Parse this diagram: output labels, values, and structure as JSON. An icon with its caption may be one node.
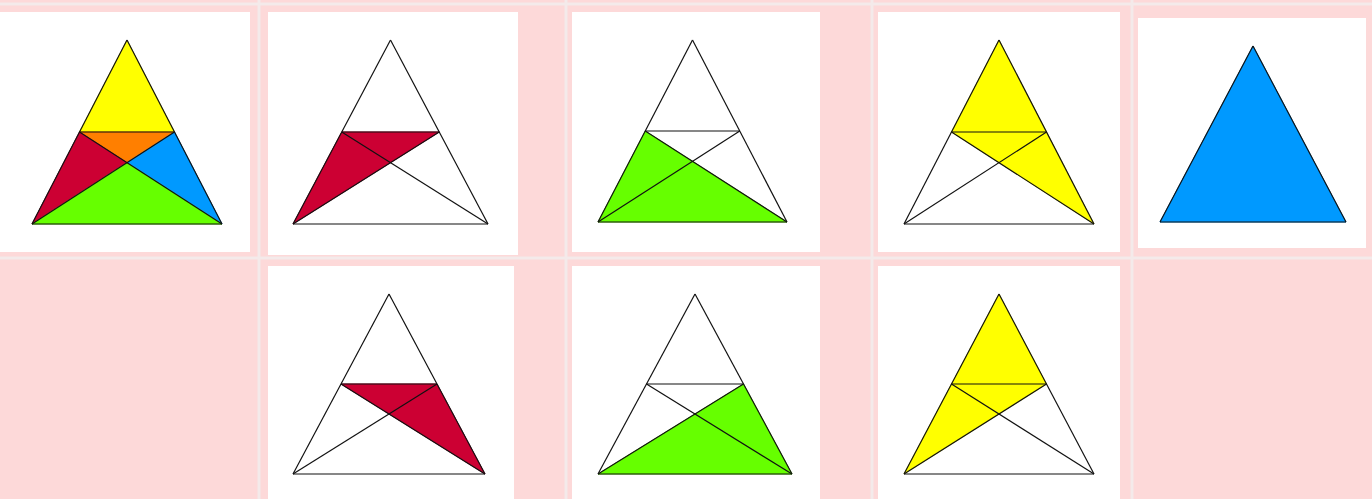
{
  "diagram": {
    "nodes": [
      {
        "text": [],
        "shape": "picture"
      },
      {
        "text": [],
        "shape": "picture"
      },
      {
        "text": [],
        "shape": "picture"
      },
      {
        "text": [],
        "shape": "picture"
      },
      {
        "text": [],
        "shape": "picture"
      },
      {
        "text": [],
        "shape": "picture"
      },
      {
        "text": [],
        "shape": "picture"
      },
      {
        "text": [],
        "shape": "picture"
      }
    ]
  }
}
